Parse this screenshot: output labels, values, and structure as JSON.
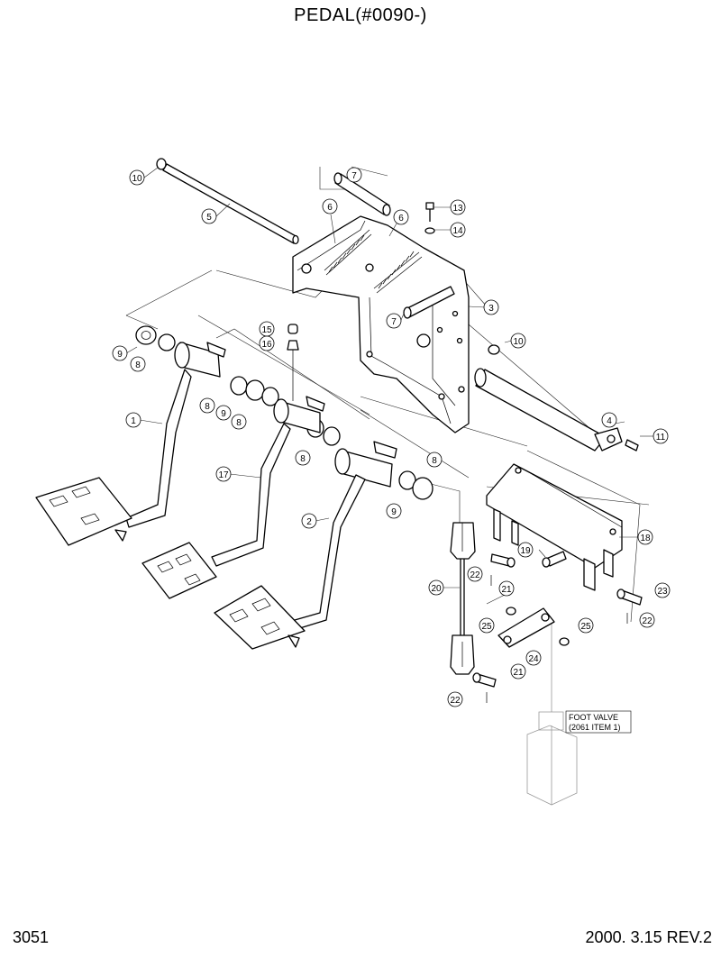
{
  "title": "PEDAL(#0090-)",
  "page_number": "3051",
  "date_revision": "2000. 3.15 REV.2",
  "foot_valve_note": {
    "line1": "FOOT VALVE",
    "line2": "(2061 ITEM 1)"
  },
  "part_callouts": [
    "10",
    "5",
    "7",
    "6",
    "13",
    "14",
    "6",
    "3",
    "7",
    "15",
    "16",
    "10",
    "9",
    "8",
    "8",
    "9",
    "8",
    "1",
    "8",
    "4",
    "11",
    "17",
    "8",
    "9",
    "2",
    "18",
    "19",
    "22",
    "21",
    "23",
    "20",
    "22",
    "25",
    "25",
    "24",
    "21",
    "22"
  ]
}
